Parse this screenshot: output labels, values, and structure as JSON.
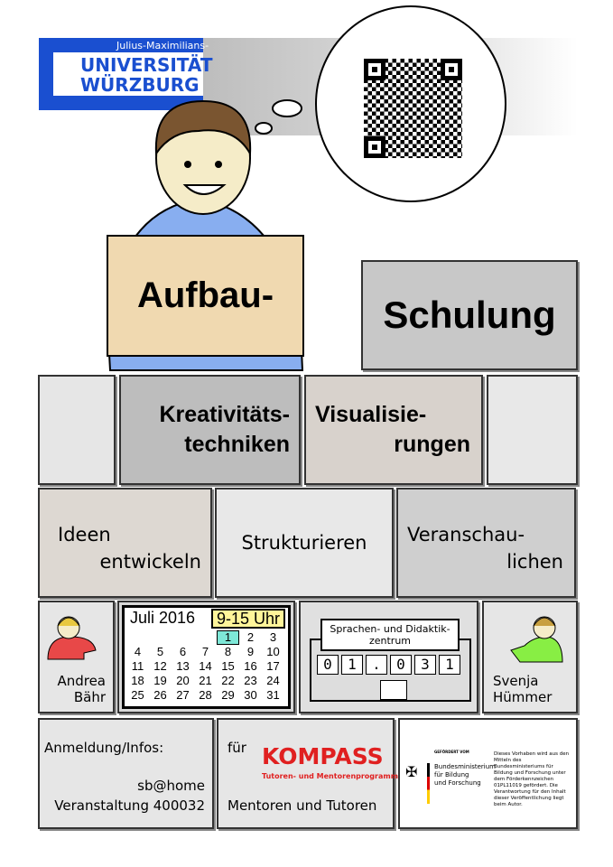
{
  "logo": {
    "line1": "Julius-Maximilians-",
    "line2": "UNIVERSITÄT",
    "line3": "WÜRZBURG",
    "color": "#1a4fd0"
  },
  "sign": "Aufbau-",
  "title": "Schulung",
  "row1": [
    {
      "l1": "Kreativitäts-",
      "l2": "techniken"
    },
    {
      "l1": "Visualisie-",
      "l2": "rungen"
    }
  ],
  "row2": [
    {
      "l1": "Ideen",
      "l2": "entwickeln"
    },
    {
      "l1": "Strukturieren"
    },
    {
      "l1": "Veranschau-",
      "l2": "lichen"
    }
  ],
  "trainer1": {
    "first": "Andrea",
    "last": "Bähr"
  },
  "trainer2": {
    "first": "Svenja",
    "last": "Hümmer"
  },
  "calendar": {
    "month": "Juli 2016",
    "highlight": "1",
    "time": "9-15 Uhr",
    "weeks": [
      [
        "",
        "",
        "",
        "",
        "1",
        "2",
        "3"
      ],
      [
        "4",
        "5",
        "6",
        "7",
        "8",
        "9",
        "10"
      ],
      [
        "11",
        "12",
        "13",
        "14",
        "15",
        "16",
        "17"
      ],
      [
        "18",
        "19",
        "20",
        "21",
        "22",
        "23",
        "24"
      ],
      [
        "25",
        "26",
        "27",
        "28",
        "29",
        "30",
        "31"
      ]
    ]
  },
  "building": {
    "name_l1": "Sprachen- und Didaktik-",
    "name_l2": "zentrum",
    "room": [
      "0",
      "1",
      ".",
      "0",
      "3",
      "1"
    ]
  },
  "contact": {
    "label": "Anmeldung/Infos:",
    "email": "sb@home",
    "event": "Veranstaltung 400032"
  },
  "kompass": {
    "prefix": "für",
    "name": "KOMPASS",
    "sub": "Tutoren- und Mentorenprogramm",
    "audience": "Mentoren und Tutoren"
  },
  "bmbf": {
    "header": "GEFÖRDERT VOM",
    "l1": "Bundesministerium",
    "l2": "für Bildung",
    "l3": "und Forschung",
    "note": "Dieses Vorhaben wird aus den Mitteln des Bundesministeriums für Bildung und Forschung unter dem Förderkennzeichen 01PL11019 gefördert. Die Verantwortung für den Inhalt dieser Veröffentlichung liegt beim Autor."
  }
}
